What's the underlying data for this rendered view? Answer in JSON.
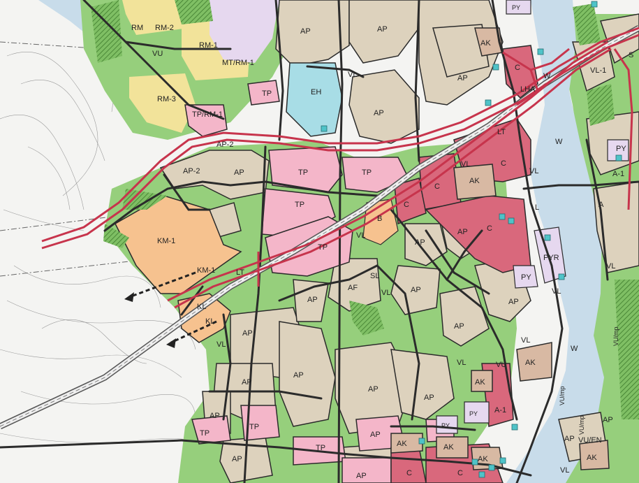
{
  "colors": {
    "background": "#f4f4f2",
    "AP": "#ddd2bd",
    "VL": "#96cf7c",
    "TP": "#f4b6c9",
    "C": "#d9687c",
    "KM": "#f6c28f",
    "RM": "#f2e39a",
    "W": "#c8dcea",
    "EH": "#a8dde6",
    "PY": "#e6d8ef",
    "road": "#2b2b2b",
    "highway": "#c7344c",
    "symbol": "#4fc3c8"
  },
  "labels": {
    "rm_top_1": "RM",
    "rm_top_2": "RM-2",
    "vu_top": "VU",
    "rm1": "RM-1",
    "mt_rm1": "MT/RM-1",
    "rm3": "RM-3",
    "tp_rm1": "TP/RM-1",
    "ap_nw_top": "AP",
    "ap_top_mid": "AP",
    "eh": "EH",
    "tp_small": "TP",
    "vl_top": "VL",
    "ap_r1": "AP",
    "ap_r2": "AP",
    "ak_top": "AK",
    "c_top": "C",
    "py_top": "PY",
    "w_top": "W",
    "lha": "LHA",
    "lt_top": "LT",
    "w_river": "W",
    "vl1_top": "VL-1",
    "s_corner": "S",
    "ap2_a": "AP-2",
    "ap2_b": "AP-2",
    "ap_w1": "AP",
    "tp_mid1": "TP",
    "tp_mid2": "TP",
    "tp_mid3": "TP",
    "c_mid1": "C",
    "c_mid2": "C",
    "ak_mid": "AK",
    "c_mid3": "C",
    "vl_mid": "VL",
    "vl_mid2": "VL",
    "py_r": "PY",
    "a1_r": "A-1",
    "a_r": "A",
    "km1_a": "KM-1",
    "km1_b": "KM-1",
    "kl_a": "KL",
    "kl_b": "KL",
    "lt_mid": "LT",
    "b_mid": "B",
    "vl_c": "VL",
    "ap_c1": "AP",
    "ap_c2": "AP",
    "c_big": "C",
    "l_label": "L",
    "pyr": "PYR",
    "py_lower": "PY",
    "vl_river": "VL",
    "tp_center": "TP",
    "af": "AF",
    "sl": "SL",
    "vl_c2": "VL",
    "ap_c3": "AP",
    "ap_c4": "AP",
    "ap_c5": "AP",
    "ap_c6": "AP",
    "vl_w": "VL",
    "ap_w2": "AP",
    "ap_w3": "AP",
    "ap_s1": "AP",
    "ap_s2": "AP",
    "ap_s3": "AP",
    "vl_s": "VL",
    "vu_s": "VU",
    "ak_s1": "AK",
    "ak_s2": "AK",
    "vl_e": "VL",
    "w_lower": "W",
    "vu_mp1": "VU/mp",
    "vu_mp2": "VU/mp",
    "vu_mp3": "VU/mp",
    "a1_s": "A-1",
    "py_s": "PY",
    "py_s2": "PY",
    "ap_sw1": "AP",
    "tp_sw": "TP",
    "tp_sw2": "TP",
    "ap_sw2": "AP",
    "tp_bottom": "TP",
    "ap_bottom": "AP",
    "ak_b1": "AK",
    "ak_b2": "AK",
    "c_b1": "C",
    "c_b2": "C",
    "ap_b3": "AP",
    "ak_b3": "AK",
    "vu_en": "VU/EN",
    "ap_b4": "AP",
    "ak_b4": "AK",
    "ap_b5": "AP",
    "vl_b": "VL",
    "vl_b2": "VL"
  }
}
